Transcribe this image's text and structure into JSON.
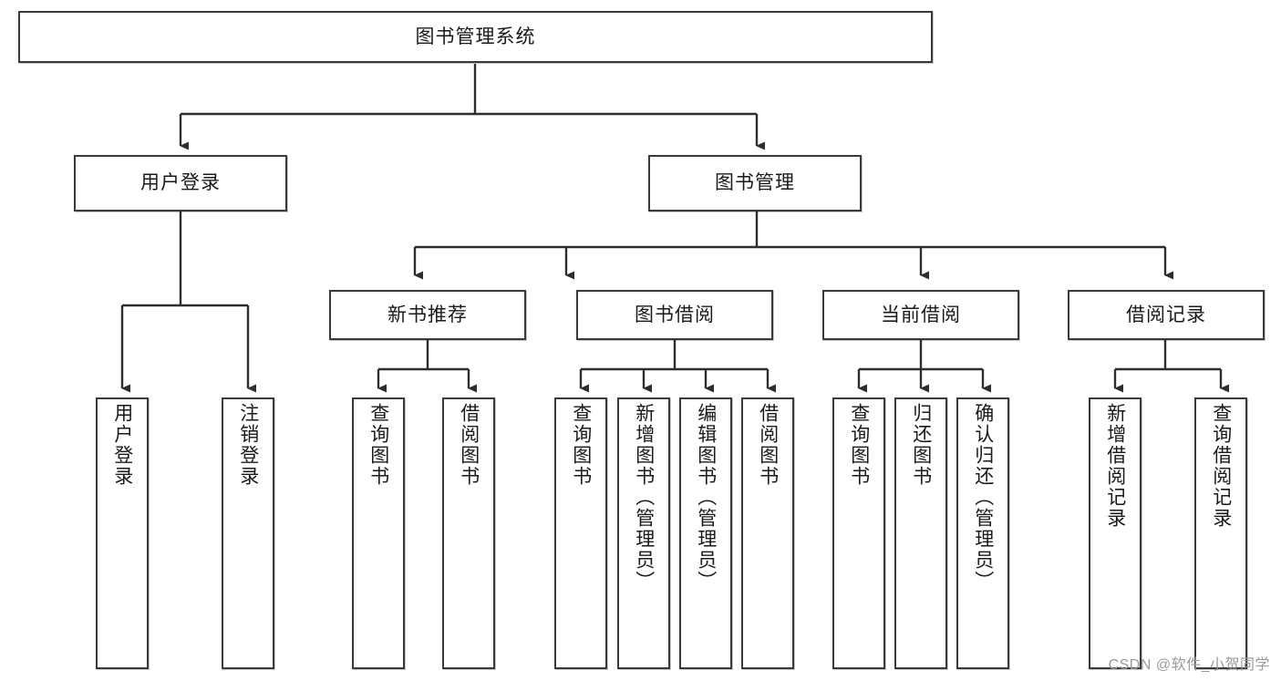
{
  "diagram": {
    "type": "tree",
    "title": "图书管理系统",
    "watermark": "CSDN @软件_小贺同学",
    "stroke_color": "#3a3a3a",
    "background_color": "#ffffff",
    "text_color": "#1a1a1a",
    "root": {
      "label": "图书管理系统"
    },
    "level2": [
      {
        "label": "用户登录"
      },
      {
        "label": "图书管理"
      }
    ],
    "level3": [
      {
        "label": "新书推荐"
      },
      {
        "label": "图书借阅"
      },
      {
        "label": "当前借阅"
      },
      {
        "label": "借阅记录"
      }
    ],
    "leaves": {
      "user_login": [
        {
          "label": "用户登录"
        },
        {
          "label": "注销登录"
        }
      ],
      "new_book_recommend": [
        {
          "label": "查询图书"
        },
        {
          "label": "借阅图书"
        }
      ],
      "book_borrow": [
        {
          "label": "查询图书"
        },
        {
          "label": "新增图书（管理员）"
        },
        {
          "label": "编辑图书（管理员）"
        },
        {
          "label": "借阅图书"
        }
      ],
      "current_borrow": [
        {
          "label": "查询图书"
        },
        {
          "label": "归还图书"
        },
        {
          "label": "确认归还（管理员）"
        }
      ],
      "borrow_record": [
        {
          "label": "新增借阅记录"
        },
        {
          "label": "查询借阅记录"
        }
      ]
    }
  }
}
